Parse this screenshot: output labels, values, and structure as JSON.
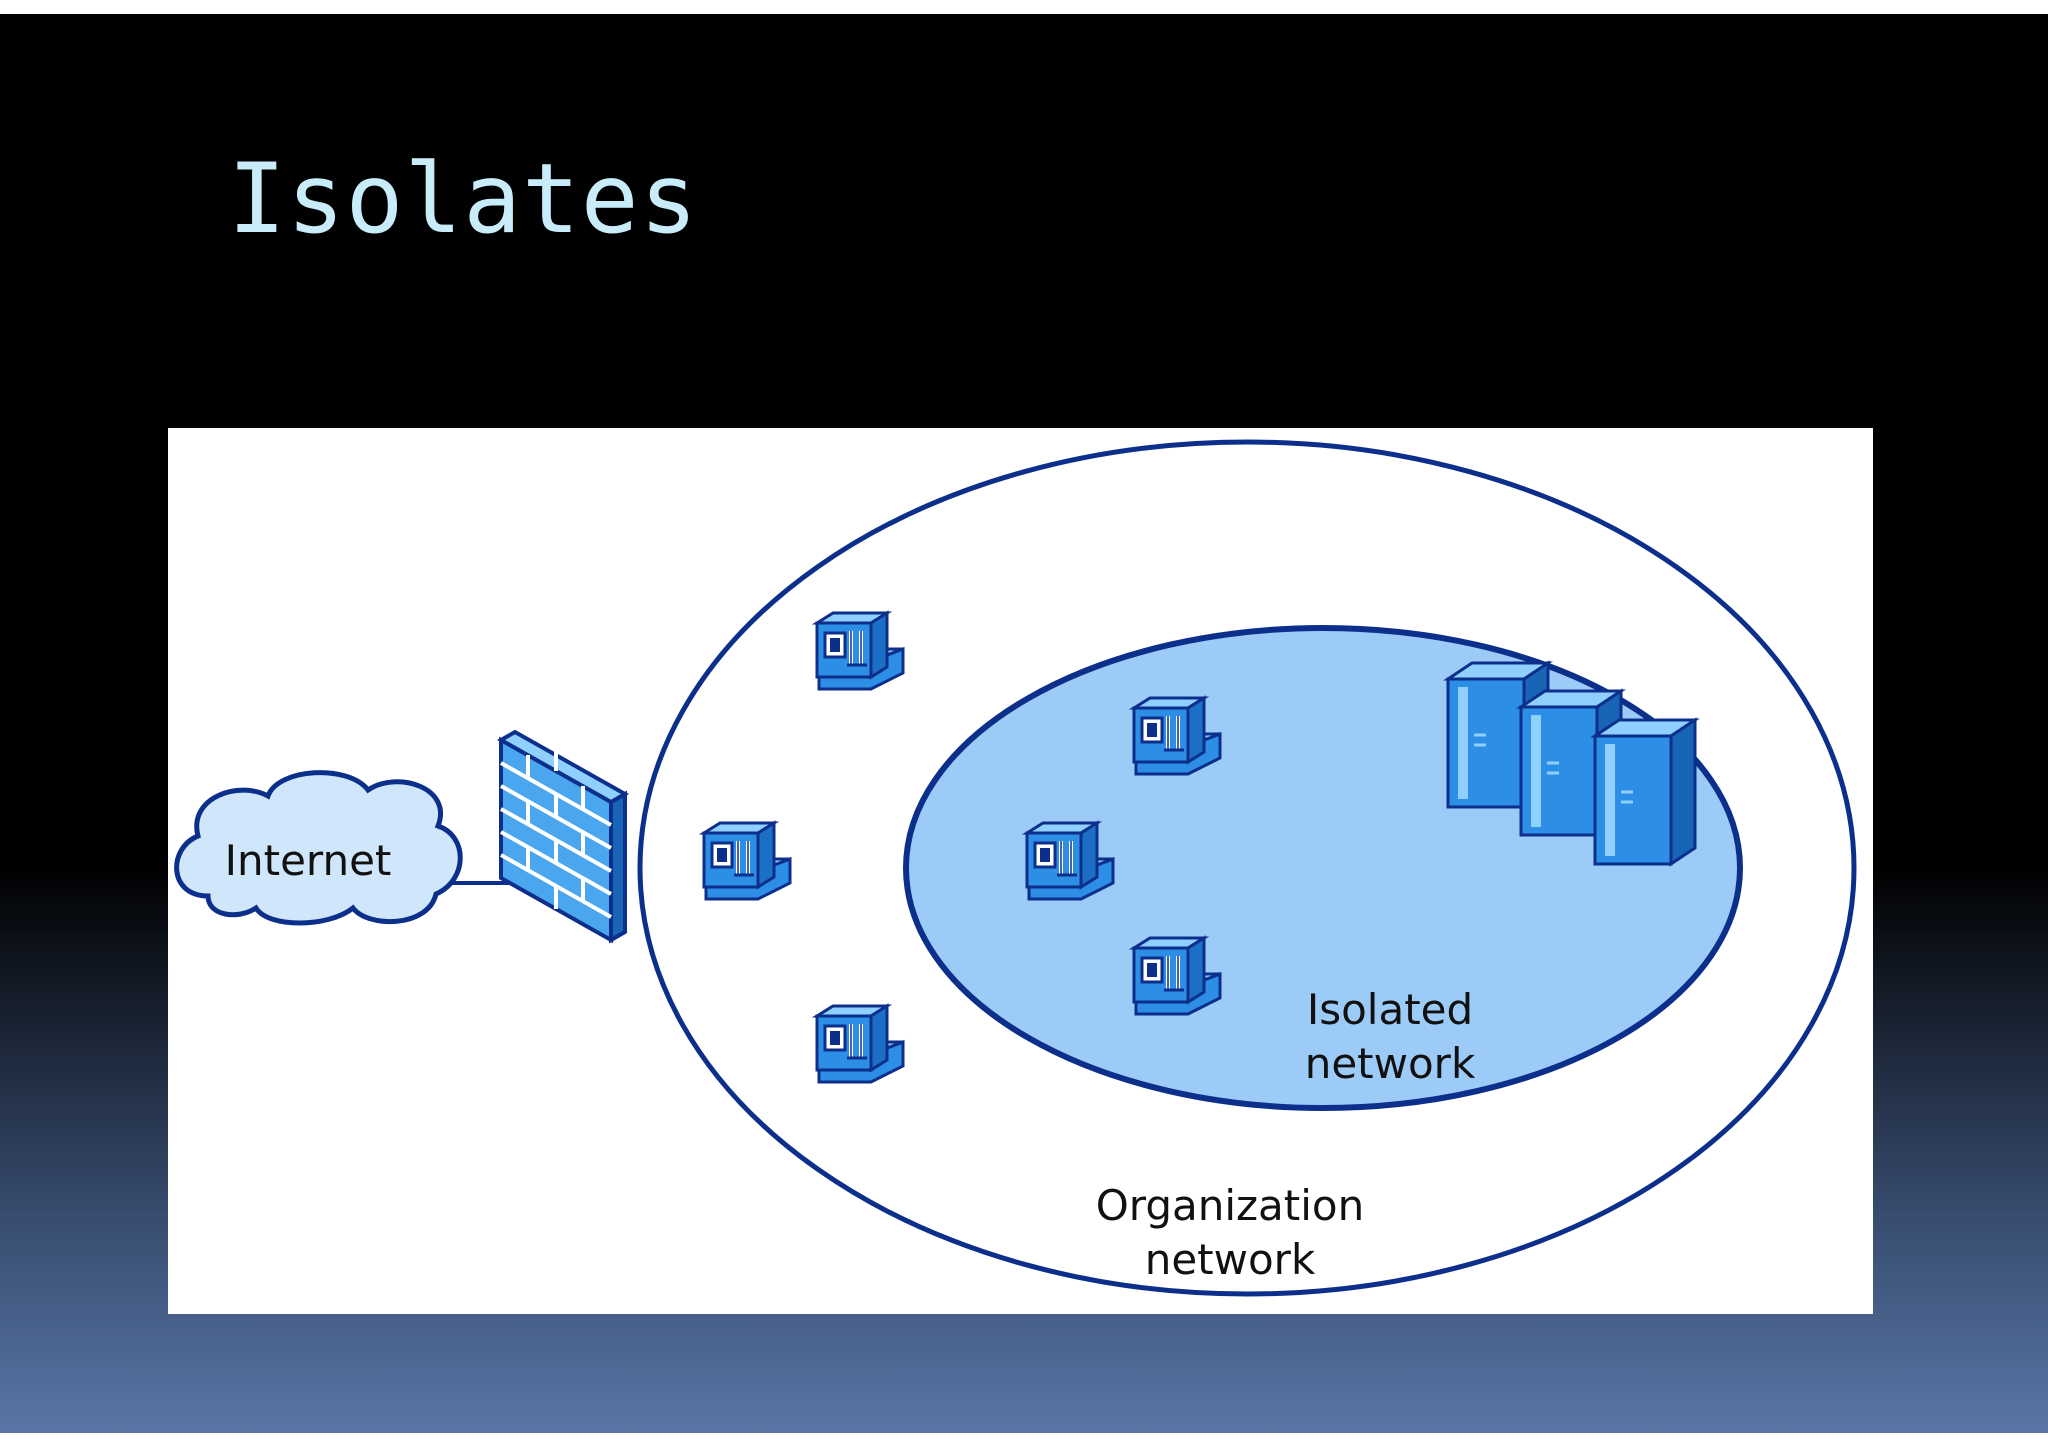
{
  "slide": {
    "title": "Isolates"
  },
  "diagram": {
    "internet_label": "Internet",
    "isolated_network_label": [
      "Isolated",
      "network"
    ],
    "organization_network_label": [
      "Organization",
      "network"
    ],
    "colors": {
      "outline": "#0d2f8c",
      "isolated_fill": "#9dcbf7",
      "cloud_fill": "#cfe6fb",
      "icon_fill": "#2d8ee6",
      "icon_light": "#8fd0ff",
      "slide_title": "#c8ecfa"
    }
  }
}
